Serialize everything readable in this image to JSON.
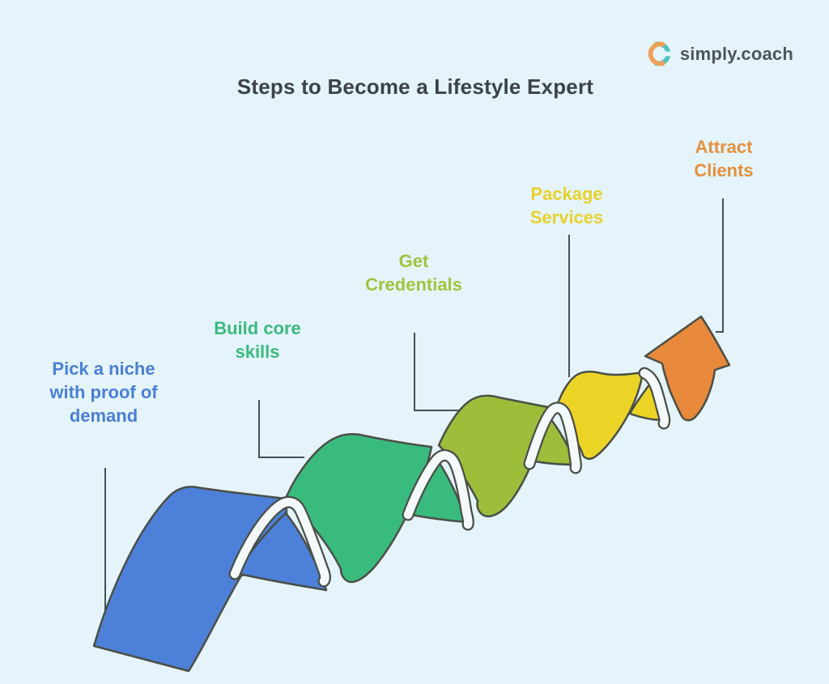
{
  "page": {
    "background_color": "#e5f4fb"
  },
  "logo": {
    "text": "simply.coach",
    "text_color": "#4e545a",
    "icon": "simply-coach-mark",
    "icon_orange": "#f0a057",
    "icon_teal": "#4cc4c0"
  },
  "title": {
    "text": "Steps to Become a Lifestyle Expert",
    "color": "#3d4247"
  },
  "steps": [
    {
      "id": 1,
      "label": "Pick a niche\nwith proof of\ndemand",
      "label_color": "#4a7fd6",
      "ribbon_color": "#4d80d8",
      "shape": "wave"
    },
    {
      "id": 2,
      "label": "Build core\nskills",
      "label_color": "#3bba7e",
      "ribbon_color": "#3abb7e",
      "shape": "wave"
    },
    {
      "id": 3,
      "label": "Get\nCredentials",
      "label_color": "#a2c33e",
      "ribbon_color": "#9dbd3b",
      "shape": "wave"
    },
    {
      "id": 4,
      "label": "Package\nServices",
      "label_color": "#e8d12c",
      "ribbon_color": "#ecd426",
      "shape": "wave"
    },
    {
      "id": 5,
      "label": "Attract Clients",
      "label_color": "#e5903c",
      "ribbon_color": "#e8893c",
      "shape": "arrow"
    }
  ],
  "ribbon": {
    "outline_color": "#4a4f47",
    "fold_color": "#f4fafc",
    "leader_line_color": "#41505a"
  }
}
